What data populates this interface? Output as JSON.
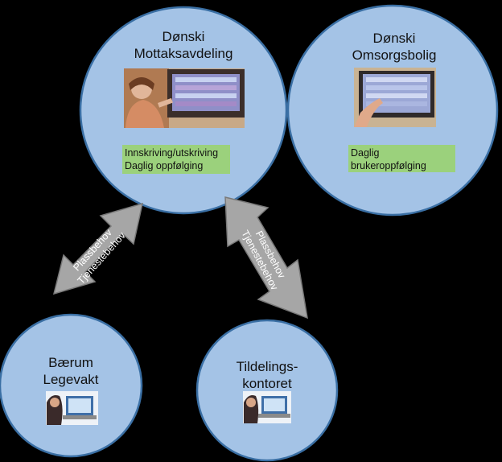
{
  "nodes": {
    "mottak": {
      "title": "Dønski\nMottaksavdeling",
      "note": "Innskriving/utskriving\nDaglig oppfølging",
      "photo_icon": "nurse-at-screen-photo"
    },
    "omsorg": {
      "title": "Dønski\nOmsorgsbolig",
      "note": "Daglig\nbrukeroppfølging",
      "photo_icon": "screen-touch-photo"
    },
    "legevakt": {
      "title": "Bærum\nLegevakt",
      "photo_icon": "person-at-laptop-photo"
    },
    "tildeling": {
      "title": "Tildelings-\nkontoret",
      "photo_icon": "person-at-laptop-photo"
    }
  },
  "arrows": {
    "left": {
      "label": "Plassbehov\nTjenestebehov"
    },
    "right": {
      "label": "Plassbehov\nTjenestebehov"
    }
  },
  "colors": {
    "circle_fill": "#a4c3e6",
    "circle_stroke": "#3a6fa4",
    "arrow_fill": "#a6a6a6",
    "note_fill": "#9bd17c",
    "background": "#000000"
  }
}
